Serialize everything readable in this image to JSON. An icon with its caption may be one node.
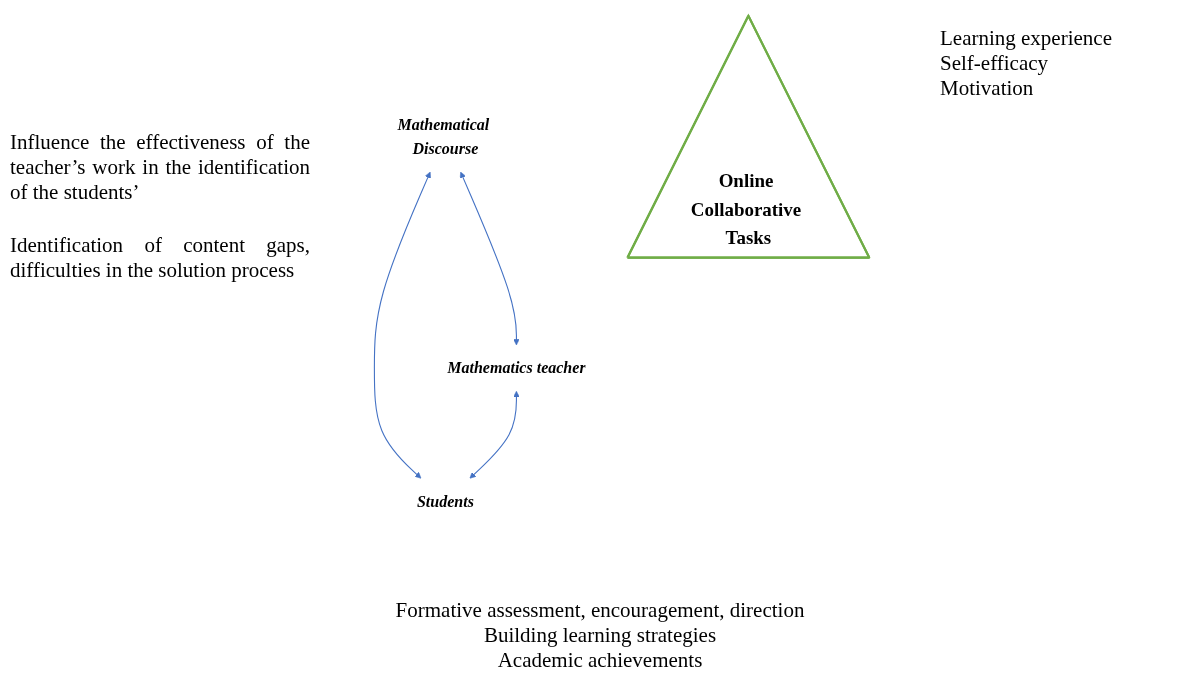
{
  "diagram": {
    "nodes": [
      {
        "text": [
          "Mathematical Discourse"
        ]
      },
      {
        "text": [
          "Mathematics teacher"
        ]
      },
      {
        "text": [
          "Students"
        ]
      },
      {
        "text": [
          "Online Collaborative Tasks"
        ]
      }
    ],
    "edges": [
      {
        "from": 0,
        "to": 1,
        "arrow": "both"
      },
      {
        "from": 0,
        "to": 2,
        "arrow": "both"
      },
      {
        "from": 1,
        "to": 2,
        "arrow": "both"
      }
    ],
    "labels": [
      "Influence the effectiveness of the teacher’s work in the identification of the students’",
      "Identification of content gaps, difficulties in the solution process",
      "Learning experience",
      "Self-efficacy",
      "Motivation",
      "Formative assessment, encouragement, direction",
      "Building learning strategies",
      "Academic achievements"
    ]
  }
}
